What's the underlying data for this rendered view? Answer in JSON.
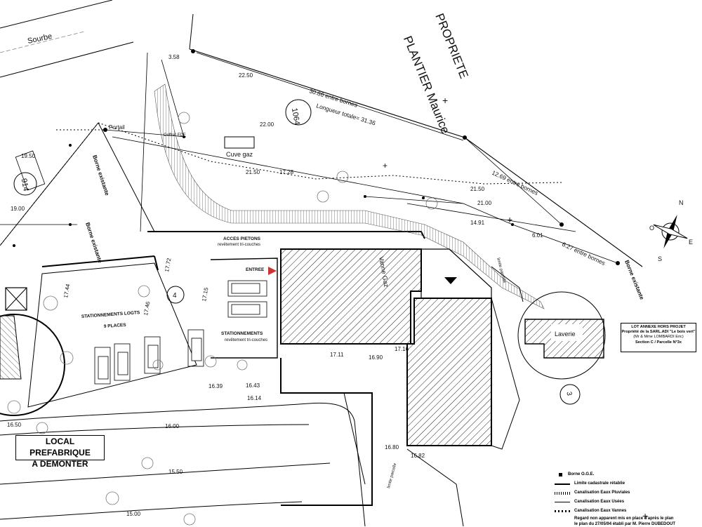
{
  "plan": {
    "owner_title": "PROPRIETE",
    "owner_name": "PLANTIER Maurice",
    "street": "Sourbe",
    "parcel_1064": "1064",
    "parcel_914": "914",
    "parcel_4": "4",
    "parcel_3": "3",
    "distance_bornes_top": "30.66 entre bornes",
    "longueur_totale": "Longueur totale= 31.36",
    "distance_bornes_mid": "12.69 entre bornes",
    "distance_bornes_low": "6.27 entre bornes",
    "cuve_gaz": "Cuve gaz",
    "portail": "Portail",
    "coffret_edf": "Coffret EDF",
    "borne_existante": "Borne existante",
    "acces_pietons": "ACCES PIETONS",
    "revetement": "revêtement tri-couches",
    "entree": "ENTREE",
    "stationnements_logts": "STATIONNEMENTS LOGTS",
    "places": "9 PLACES",
    "stationnements": "STATIONNEMENTS",
    "vanne_gaz": "Vanne Gaz",
    "laverie": "Laverie",
    "limite_parcelle": "limite parcelle",
    "contour_1": "22.50",
    "contour_2": "22.00",
    "contour_3": "21.50",
    "contour_4": "21.00",
    "contour_5": "16.00",
    "contour_6": "15.50",
    "contour_7": "15.00",
    "contour_8": "16.50",
    "contour_9": "19.50",
    "contour_10": "19.00",
    "alt_1": "17.11",
    "alt_2": "16.90",
    "alt_3": "17.16",
    "alt_4": "16.80",
    "alt_5": "16.82",
    "alt_6": "16.39",
    "alt_7": "16.43",
    "alt_8": "16.14",
    "alt_9": "17.44",
    "alt_10": "17.46",
    "alt_11": "17.15",
    "alt_12": "17.72",
    "alt_13": "14.91",
    "alt_14": "6.01",
    "alt_15": "17.28",
    "alt_16": "3.58"
  },
  "local_prefabrique": {
    "line1": "LOCAL PREFABRIQUE",
    "line2": "A DEMONTER"
  },
  "lot": {
    "title": "LOT ANNEXE HORS PROJET",
    "line1": "Propriété de la SARL.ADI \"Le bois vert\"",
    "line2": "(Mr & Mme LOMBARDI Eric)",
    "line3": "Section C / Parcelle N°3x"
  },
  "compass": {
    "n": "N",
    "s": "S",
    "e": "E",
    "o": "O"
  },
  "legend": {
    "items": [
      {
        "label": "Borne O.G.E."
      },
      {
        "label": "Limite cadastrale rétablie"
      },
      {
        "label": "Canalisation Eaux Pluviales"
      },
      {
        "label": "Canalisation Eaux Usées"
      },
      {
        "label": "Canalisation Eaux Vannes"
      }
    ],
    "note_line1": "Regard non apparent mis en place d'après le plan",
    "note_line2": "le plan du 27/05/94 établi par M. Pierre DUBEDOUT"
  }
}
